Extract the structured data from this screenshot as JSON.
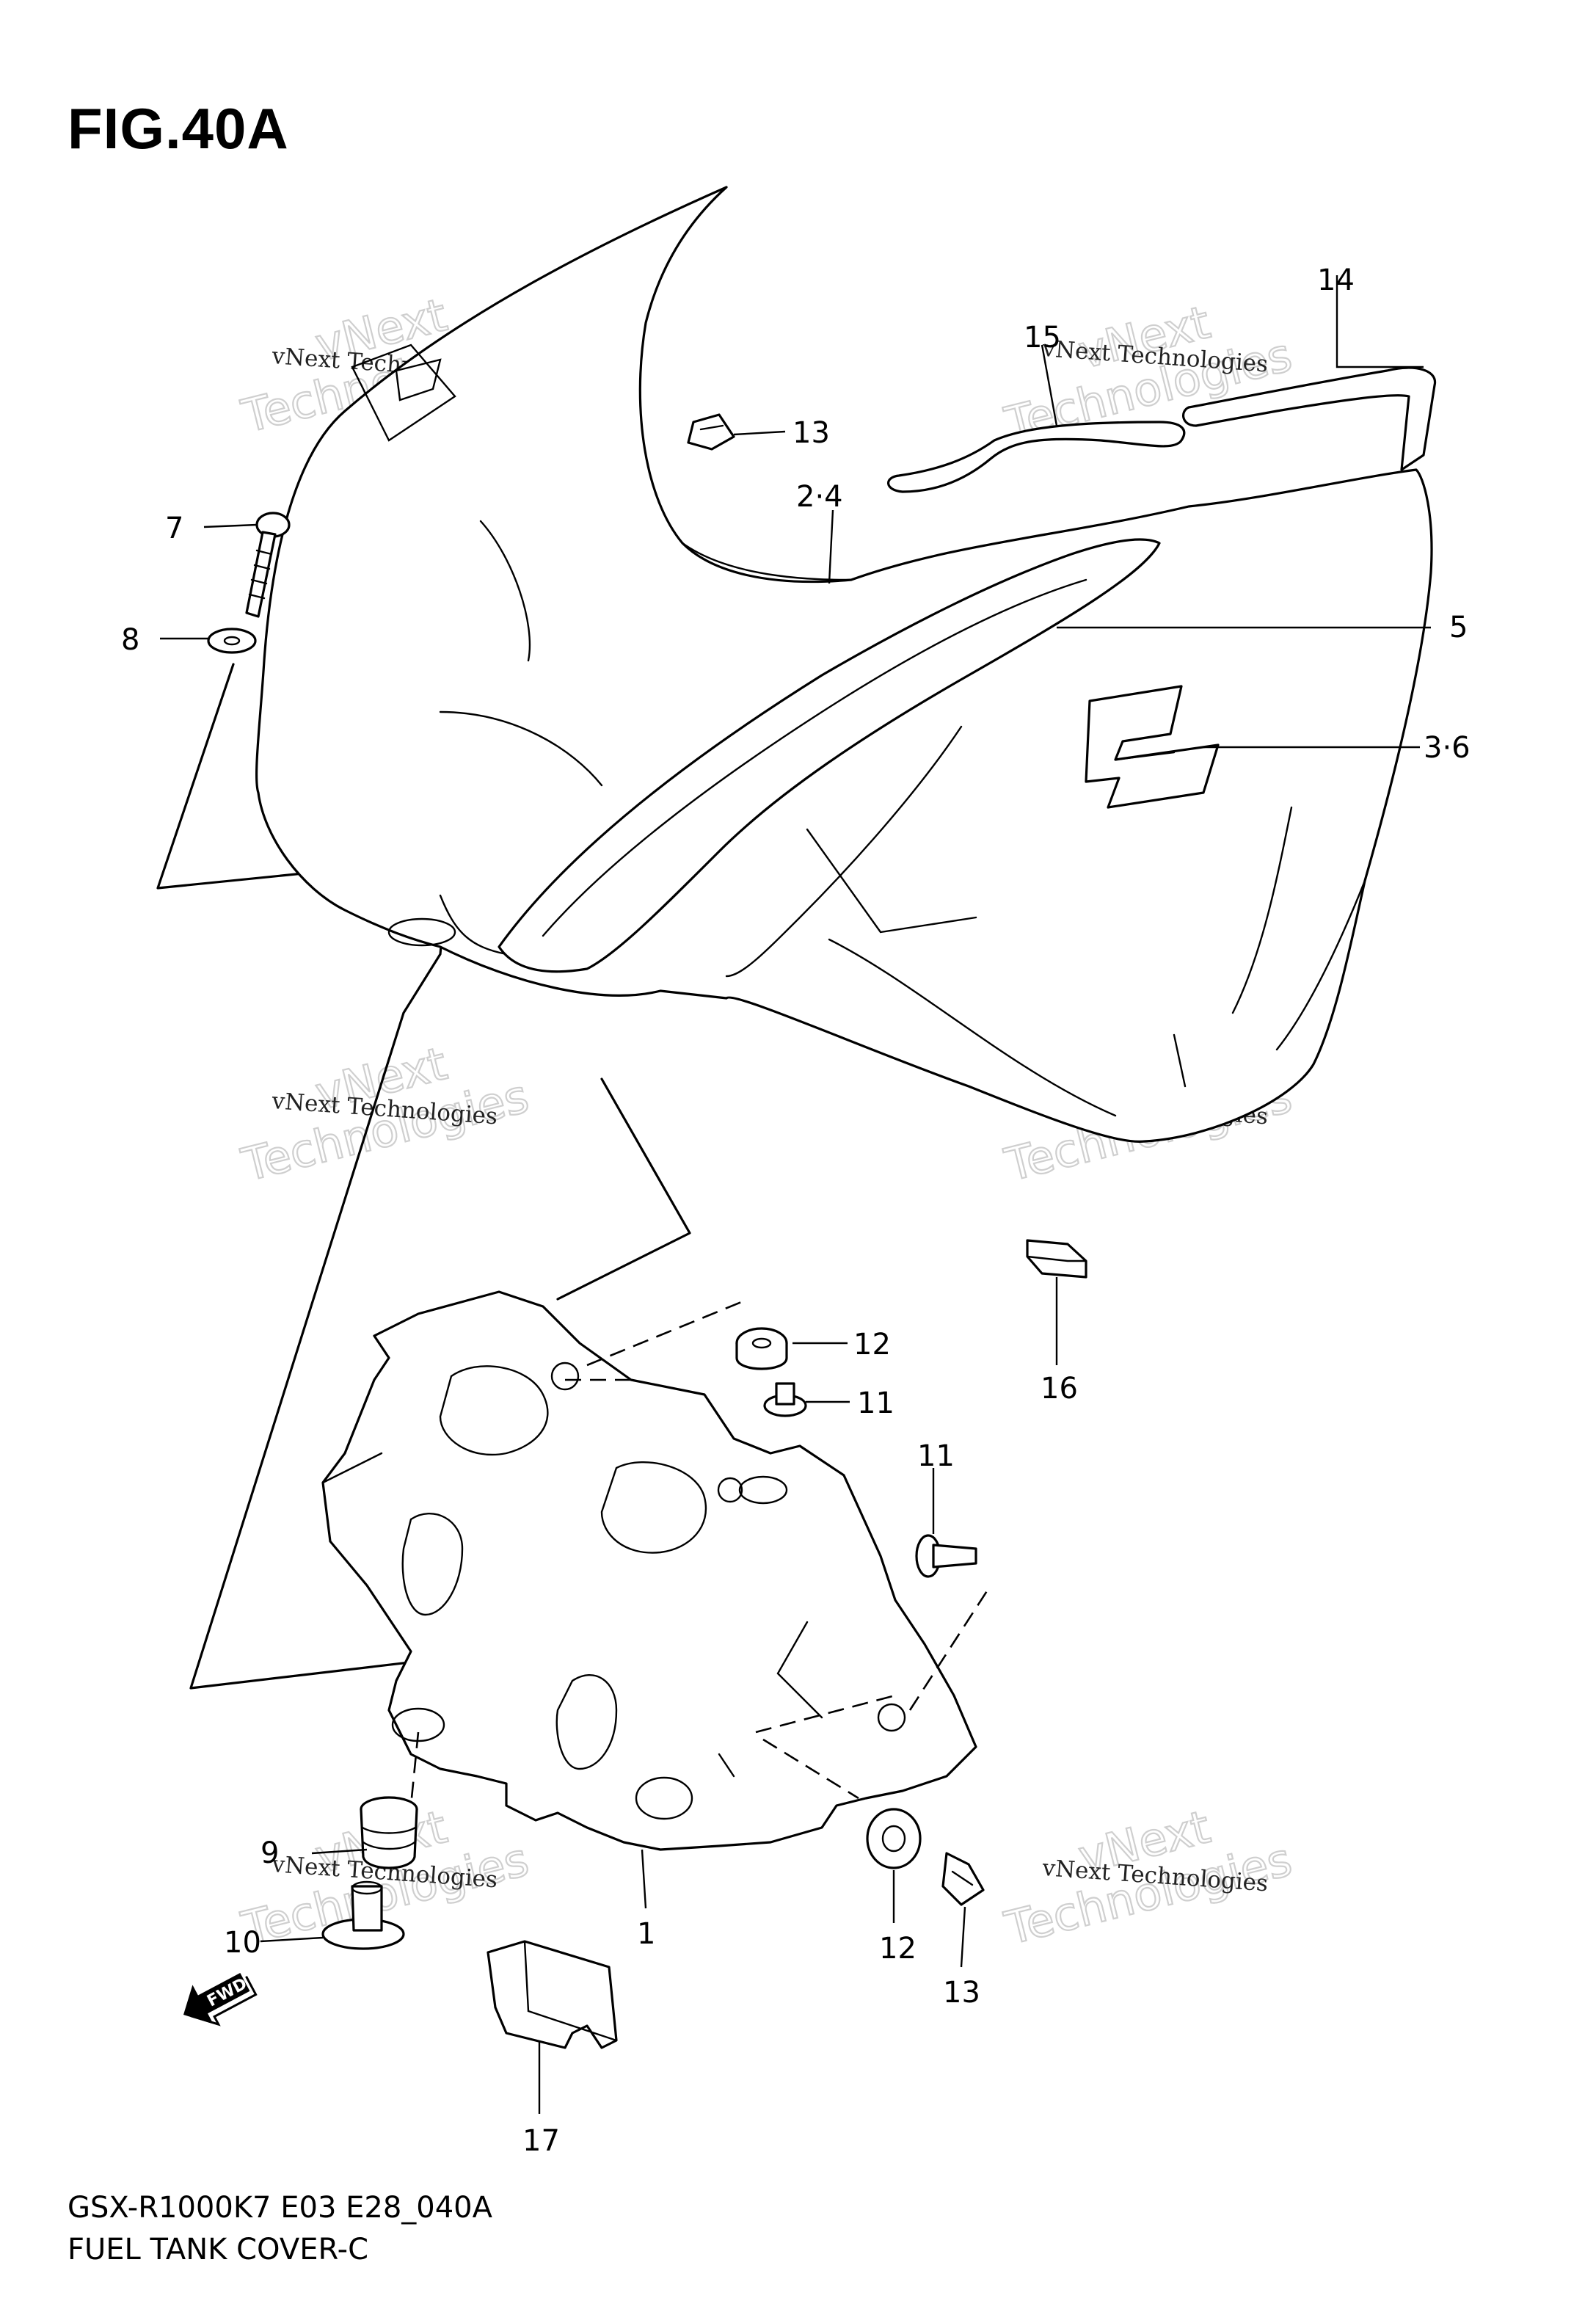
{
  "figure": {
    "title": "FIG.40A"
  },
  "footer": {
    "model_code": "GSX-R1000K7 E03 E28_040A",
    "section_name": "FUEL TANK COVER-C"
  },
  "watermark": {
    "line_small": "vNext Technologies",
    "line_big_1": "vNext",
    "line_big_2": "Technologies"
  },
  "callouts": {
    "c1": "1",
    "c24": "2·4",
    "c36": "3·6",
    "c5": "5",
    "c7": "7",
    "c8": "8",
    "c9": "9",
    "c10": "10",
    "c11a": "11",
    "c11b": "11",
    "c12a": "12",
    "c12b": "12",
    "c13a": "13",
    "c13b": "13",
    "c14": "14",
    "c15": "15",
    "c16": "16",
    "c17": "17"
  },
  "fwd_badge": "FWD"
}
